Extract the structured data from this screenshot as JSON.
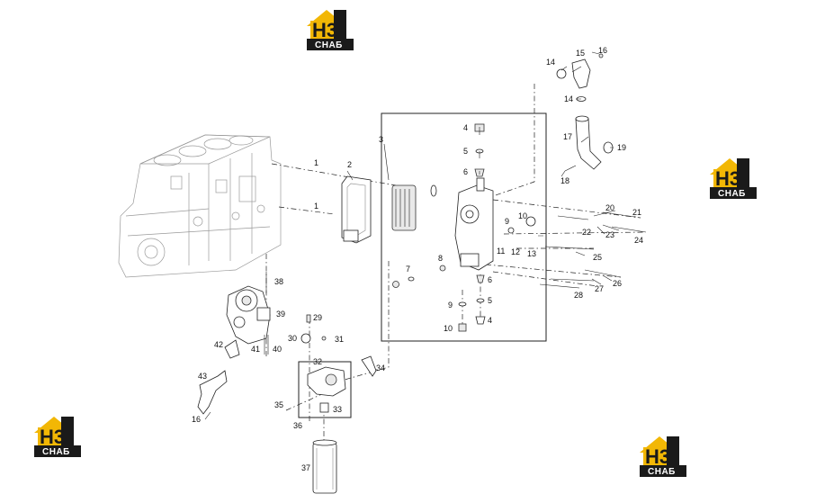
{
  "logo": {
    "mark": "H3",
    "caption": "СНАБ",
    "color_yellow": "#f2b705",
    "color_dark": "#1a1a1a"
  },
  "callouts": [
    {
      "id": "c1a",
      "text": "1"
    },
    {
      "id": "c1b",
      "text": "1"
    },
    {
      "id": "c2",
      "text": "2"
    },
    {
      "id": "c3",
      "text": "3"
    },
    {
      "id": "c4a",
      "text": "4"
    },
    {
      "id": "c5a",
      "text": "5"
    },
    {
      "id": "c6a",
      "text": "6"
    },
    {
      "id": "c7",
      "text": "7"
    },
    {
      "id": "c8",
      "text": "8"
    },
    {
      "id": "c9a",
      "text": "9"
    },
    {
      "id": "c10a",
      "text": "10"
    },
    {
      "id": "c11",
      "text": "11"
    },
    {
      "id": "c12",
      "text": "12"
    },
    {
      "id": "c13",
      "text": "13"
    },
    {
      "id": "c14a",
      "text": "14"
    },
    {
      "id": "c14b",
      "text": "14"
    },
    {
      "id": "c15",
      "text": "15"
    },
    {
      "id": "c16a",
      "text": "16"
    },
    {
      "id": "c17",
      "text": "17"
    },
    {
      "id": "c18",
      "text": "18"
    },
    {
      "id": "c19",
      "text": "19"
    },
    {
      "id": "c20",
      "text": "20"
    },
    {
      "id": "c21",
      "text": "21"
    },
    {
      "id": "c22",
      "text": "22"
    },
    {
      "id": "c23",
      "text": "23"
    },
    {
      "id": "c24",
      "text": "24"
    },
    {
      "id": "c25",
      "text": "25"
    },
    {
      "id": "c26",
      "text": "26"
    },
    {
      "id": "c27",
      "text": "27"
    },
    {
      "id": "c28",
      "text": "28"
    },
    {
      "id": "c6b",
      "text": "6"
    },
    {
      "id": "c5b",
      "text": "5"
    },
    {
      "id": "c9b",
      "text": "9"
    },
    {
      "id": "c4b",
      "text": "4"
    },
    {
      "id": "c10b",
      "text": "10"
    },
    {
      "id": "c29",
      "text": "29"
    },
    {
      "id": "c30",
      "text": "30"
    },
    {
      "id": "c31",
      "text": "31"
    },
    {
      "id": "c32",
      "text": "32"
    },
    {
      "id": "c33",
      "text": "33"
    },
    {
      "id": "c34",
      "text": "34"
    },
    {
      "id": "c35",
      "text": "35"
    },
    {
      "id": "c36",
      "text": "36"
    },
    {
      "id": "c37",
      "text": "37"
    },
    {
      "id": "c38",
      "text": "38"
    },
    {
      "id": "c39",
      "text": "39"
    },
    {
      "id": "c40",
      "text": "40"
    },
    {
      "id": "c41",
      "text": "41"
    },
    {
      "id": "c42",
      "text": "42"
    },
    {
      "id": "c43",
      "text": "43"
    },
    {
      "id": "c16b",
      "text": "16"
    }
  ]
}
